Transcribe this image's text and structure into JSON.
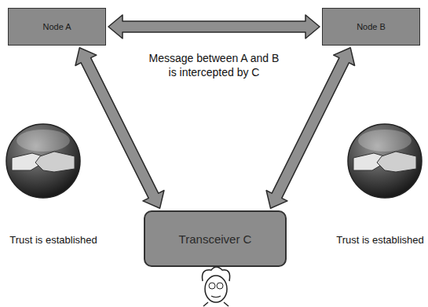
{
  "diagram": {
    "nodes": [
      {
        "text": [
          "Node A"
        ]
      },
      {
        "text": [
          "Node B"
        ]
      },
      {
        "text": [
          "Transceiver C"
        ]
      }
    ],
    "edges": [
      {
        "from": 0,
        "to": 1,
        "arrow": "both"
      },
      {
        "from": 0,
        "to": 2,
        "arrow": "both"
      },
      {
        "from": 1,
        "to": 2,
        "arrow": "both"
      }
    ],
    "labels": [
      "Message between A and B is intercepted by C",
      "Trust is established",
      "Trust is established"
    ]
  }
}
